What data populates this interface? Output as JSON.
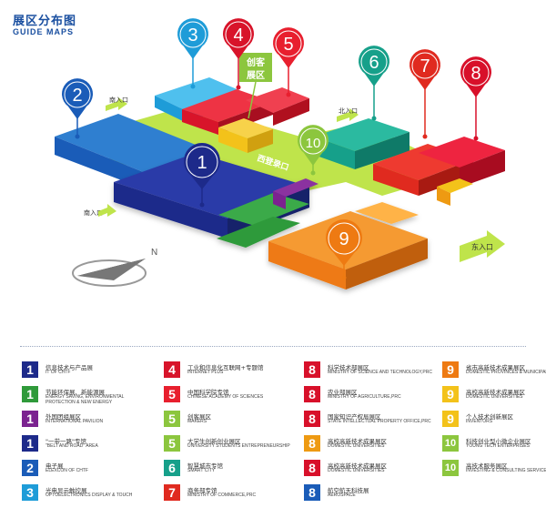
{
  "header": {
    "title_cn": "展区分布图",
    "title_en": "GUIDE MAPS"
  },
  "map": {
    "entrances": {
      "south1": "南入口",
      "south2": "南入口",
      "north": "北入口",
      "east": "东入口"
    },
    "central_entrance": "西登录口",
    "startup_label_line1": "创客",
    "startup_label_line2": "展区",
    "pins": [
      "1",
      "2",
      "3",
      "4",
      "5",
      "6",
      "7",
      "8",
      "9",
      "10"
    ],
    "compass": "N"
  },
  "colors": {
    "zone1": "#1d2a8a",
    "zone2": "#1a5cb8",
    "zone3": "#1e9cd8",
    "zone4": "#d8142a",
    "zone5": "#e81f2e",
    "zone6": "#16a08a",
    "zone7": "#e02a1f",
    "zone8": "#d8102a",
    "zone9": "#ee7a12",
    "zone10": "#8cc63e",
    "green": "#2f9a3a",
    "purple": "#7b2390",
    "yellow": "#f3c21a",
    "lime": "#bfe44b"
  },
  "legend": [
    {
      "num": "1",
      "color": "#1d2a8a",
      "cn": "信息技术与产品展",
      "en": "IT OF CHTF"
    },
    {
      "num": "1",
      "color": "#2f9a3a",
      "cn": "节能环保展、新能源展",
      "en": "ENERGY SAVING, ENVIRONMENTAL PROTECTION & NEW ENERGY"
    },
    {
      "num": "1",
      "color": "#7b2390",
      "cn": "外国团组展区",
      "en": "INTERNATIONAL PAVILION"
    },
    {
      "num": "1",
      "color": "#1d2a8a",
      "cn": "\"一带一路\"专馆",
      "en": "\"BELT AND ROAD\" AREA"
    },
    {
      "num": "2",
      "color": "#1a5cb8",
      "cn": "电子展",
      "en": "ELEXCON OF CHTF"
    },
    {
      "num": "3",
      "color": "#1e9cd8",
      "cn": "光电显示触控展",
      "en": "OPTOELECTRONICS DISPLAY & TOUCH"
    },
    {
      "num": "4",
      "color": "#d8142a",
      "cn": "工业和信息化互联网+专题馆",
      "en": "INTERNET PLUS"
    },
    {
      "num": "5",
      "color": "#e81f2e",
      "cn": "中国科学院专馆",
      "en": "CHINESE ACADEMY OF SCIENCES"
    },
    {
      "num": "5",
      "color": "#8cc63e",
      "cn": "创客展区",
      "en": "MAKERS"
    },
    {
      "num": "5",
      "color": "#8cc63e",
      "cn": "大学生创新创业展区",
      "en": "UNIVERSITY STUDENTS ENTREPRENEURSHIP"
    },
    {
      "num": "6",
      "color": "#16a08a",
      "cn": "智慧城市专馆",
      "en": "SMART CITY"
    },
    {
      "num": "7",
      "color": "#e02a1f",
      "cn": "商务部专馆",
      "en": "MINISTRY OF COMMERCE,PRC"
    },
    {
      "num": "8",
      "color": "#d8102a",
      "cn": "科学技术部展区",
      "en": "MINISTRY OF SCIENCE AND TECHNOLOGY,PRC"
    },
    {
      "num": "8",
      "color": "#d8102a",
      "cn": "农业部展区",
      "en": "MINISTRY OF AGRICULTURE,PRC"
    },
    {
      "num": "8",
      "color": "#d8102a",
      "cn": "国家知识产权局展区",
      "en": "STATE INTELLECTUAL PROPERTY OFFICE,PRC"
    },
    {
      "num": "8",
      "color": "#ee9a12",
      "cn": "高校高新技术成果展区",
      "en": "DOMESTIC UNIVERSITIES"
    },
    {
      "num": "8",
      "color": "#d8102a",
      "cn": "高校高新技术成果展区",
      "en": "DOMESTIC UNIVERSITIES"
    },
    {
      "num": "8",
      "color": "#1a5cb8",
      "cn": "航空航天科技展",
      "en": "AEROSPACE"
    },
    {
      "num": "9",
      "color": "#ee7a12",
      "cn": "省市高新技术成果展区",
      "en": "DOMESTIC PROVINCES & MUNICIPALITIES"
    },
    {
      "num": "9",
      "color": "#f3c21a",
      "cn": "高校高新技术成果展区",
      "en": "DOMESTIC UNIVERSITIES"
    },
    {
      "num": "9",
      "color": "#f3c21a",
      "cn": "个人技术创新展区",
      "en": "INVENTORS"
    },
    {
      "num": "10",
      "color": "#8cc63e",
      "cn": "科技创业型小微企业展区",
      "en": "YOUNG TECH ENTERPRISES"
    },
    {
      "num": "10",
      "color": "#8cc63e",
      "cn": "高技术服务展区",
      "en": "INVESTING & CONSULTING SERVICE"
    }
  ]
}
